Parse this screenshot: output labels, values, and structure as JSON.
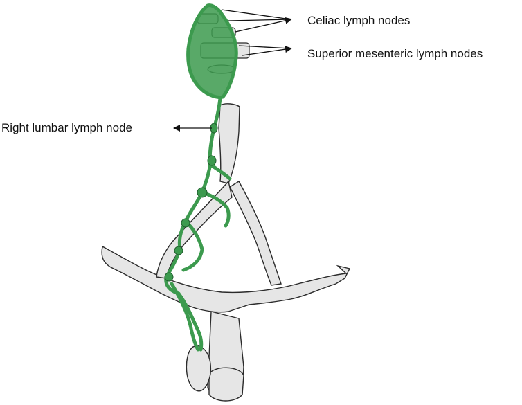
{
  "diagram": {
    "labels": {
      "celiac": "Celiac lymph nodes",
      "superior_mesenteric": "Superior mesenteric lymph nodes",
      "right_lumbar": "Right lumbar lymph node"
    },
    "colors": {
      "lymphatics": "#3c9a4e",
      "lymphatics_dark": "#1f5c2c",
      "vessel_fill": "#e6e6e6",
      "outline": "#2b2b2b"
    }
  }
}
